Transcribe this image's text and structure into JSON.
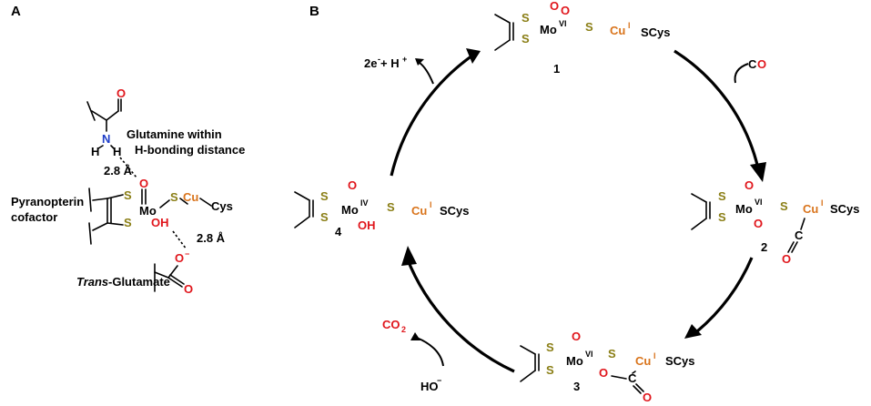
{
  "colors": {
    "sulfur": "#8a7e15",
    "oxygen": "#e0161c",
    "nitrogen": "#1f3ec8",
    "copper": "#d9741c",
    "black": "#000000"
  },
  "panels": {
    "a": "A",
    "b": "B"
  },
  "panel_a": {
    "glutamine_line1": "Glutamine within",
    "glutamine_line2": "H-bonding distance",
    "pyranopterin_line1": "Pyranopterin",
    "pyranopterin_line2": "cofactor",
    "trans_glutamate_italic": "Trans",
    "trans_glutamate_rest": "-Glutamate",
    "distance_top": "2.8 Å",
    "distance_bottom": "2.8 Å",
    "atom_O": "O",
    "atom_N": "N",
    "atom_H": "H",
    "atom_S": "S",
    "atom_Mo": "Mo",
    "atom_Cu": "Cu",
    "cys": "Cys",
    "oh": "OH",
    "o_minus": "O",
    "minus": "−"
  },
  "panel_b": {
    "atoms": {
      "S": "S",
      "Mo": "Mo",
      "O": "O",
      "Cu": "Cu",
      "C": "C",
      "OH": "OH",
      "SCys": "SCys"
    },
    "ox_states": {
      "s1": "VI",
      "s2": "VI",
      "s3": "VI",
      "s4": "IV",
      "cu": "I"
    },
    "species_labels": [
      "1",
      "2",
      "3",
      "4"
    ],
    "reagent_co": {
      "c": "C",
      "o": "O"
    },
    "reagent_ho": {
      "h": "HO",
      "minus": "−"
    },
    "product_co2": {
      "text": "CO",
      "sub": "2"
    },
    "product_electrons": {
      "text": "2e",
      "minus": "-",
      "mid": " + H",
      "plus": "+"
    }
  }
}
